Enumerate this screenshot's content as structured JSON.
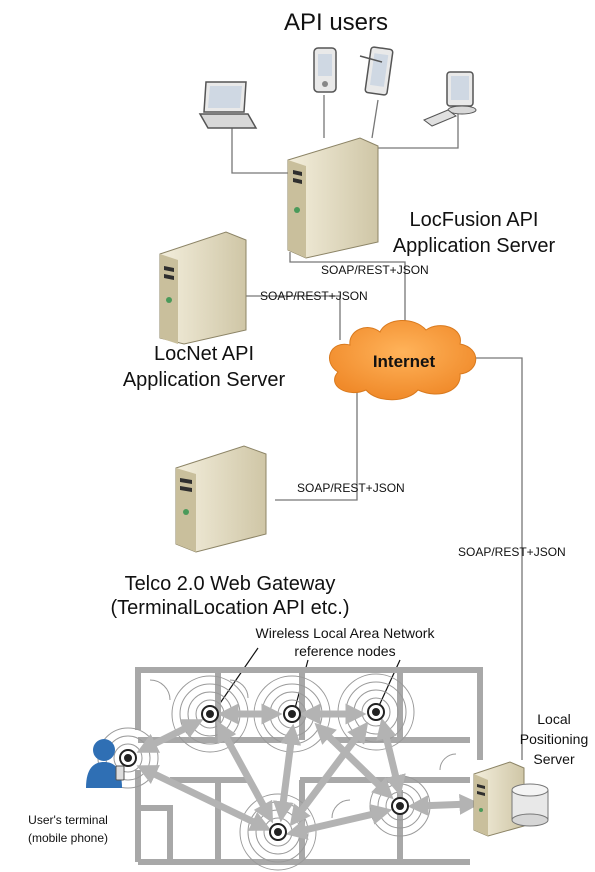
{
  "title": "API users",
  "locfusion": {
    "line1": "LocFusion API",
    "line2": "Application Server"
  },
  "locnet": {
    "line1": "LocNet API",
    "line2": "Application Server"
  },
  "internet": "Internet",
  "telco": {
    "line1": "Telco 2.0 Web Gateway",
    "line2": "(TerminalLocation API etc.)"
  },
  "protocols": {
    "locfusion_link": "SOAP/REST+JSON",
    "locnet_link": "SOAP/REST+JSON",
    "telco_link": "SOAP/REST+JSON",
    "positioning_link": "SOAP/REST+JSON"
  },
  "wlan": {
    "line1": "Wireless Local Area Network",
    "line2": "reference nodes"
  },
  "positioning_server": {
    "line1": "Local",
    "line2": "Positioning",
    "line3": "Server"
  },
  "terminal": {
    "line1": "User's terminal",
    "line2": "(mobile phone)"
  },
  "colors": {
    "cloud": "#F79A3C",
    "server_body": "#E6DFC6",
    "server_dark": "#2E2E2E",
    "wall": "#A8A8A8",
    "arrow": "#B3B3B3",
    "user": "#2F6FB4",
    "line": "#777777"
  },
  "icons": [
    "laptop-icon",
    "pda-icon",
    "tablet-icon",
    "desktop-icon",
    "server-icon",
    "cloud-icon",
    "user-icon",
    "database-icon"
  ]
}
